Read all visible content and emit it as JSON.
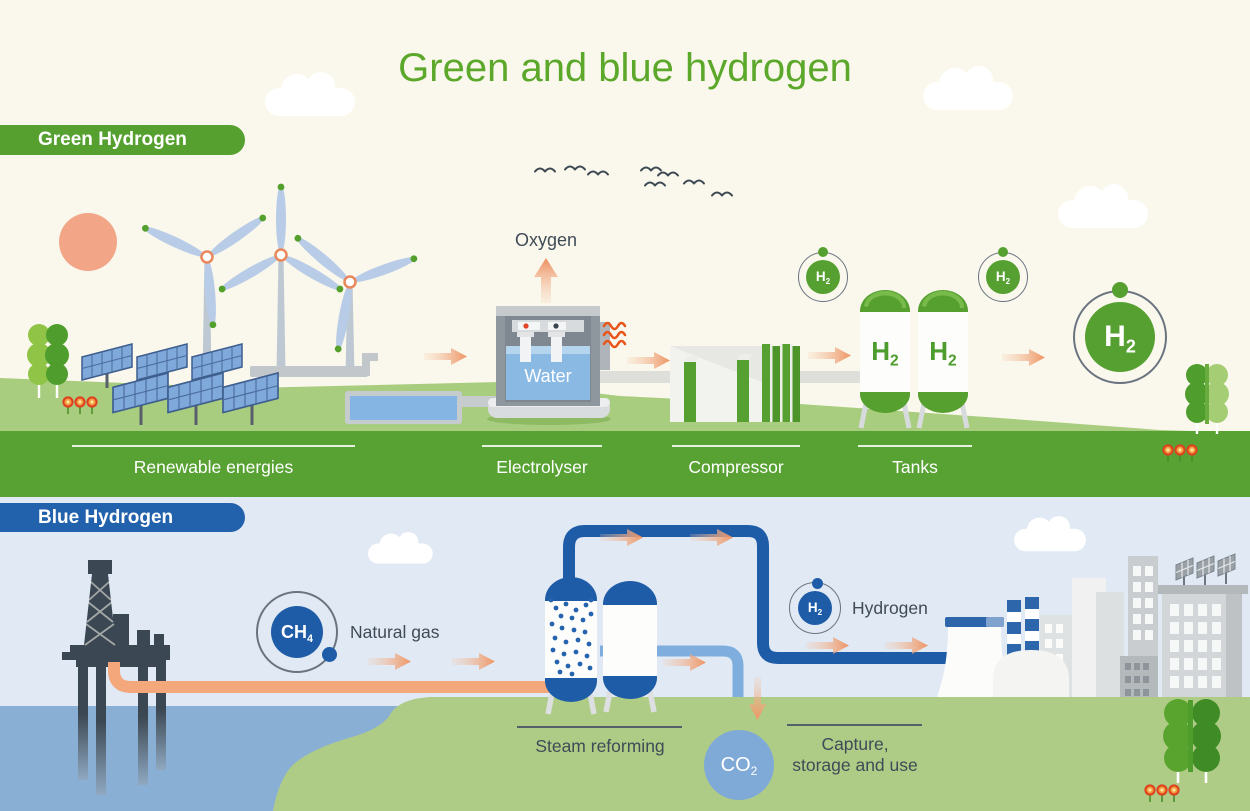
{
  "title": "Green and blue hydrogen",
  "green_section": {
    "banner": "Green Hydrogen",
    "stages": [
      "Renewable energies",
      "Electrolyser",
      "Compressor",
      "Tanks"
    ],
    "oxygen": "Oxygen",
    "water": "Water"
  },
  "blue_section": {
    "banner": "Blue Hydrogen",
    "natural_gas": "Natural gas",
    "steam_reforming": "Steam reforming",
    "capture_line1": "Capture,",
    "capture_line2": "storage and use",
    "hydrogen": "Hydrogen"
  },
  "molecules": {
    "h2": {
      "symbol": "H",
      "sub": "2"
    },
    "ch4": {
      "symbol": "CH",
      "sub": "4"
    },
    "co2": {
      "symbol": "CO",
      "sub": "2"
    }
  },
  "colors": {
    "title_green": "#5CA82B",
    "banner_green": "#55A02F",
    "banner_blue": "#2262AC",
    "band_green": "#58A234",
    "hill_green": "#A8CD7E",
    "cream_bg": "#FAF8EC",
    "blue_bg": "#E0E9F4",
    "sea": "#89AFD5",
    "land": "#AFCC86",
    "pipe_dark_blue": "#1F5CA8",
    "pipe_light_blue": "#7FAEDE",
    "arrow_orange": "#EE9463",
    "sun_orange": "#F2A587"
  }
}
